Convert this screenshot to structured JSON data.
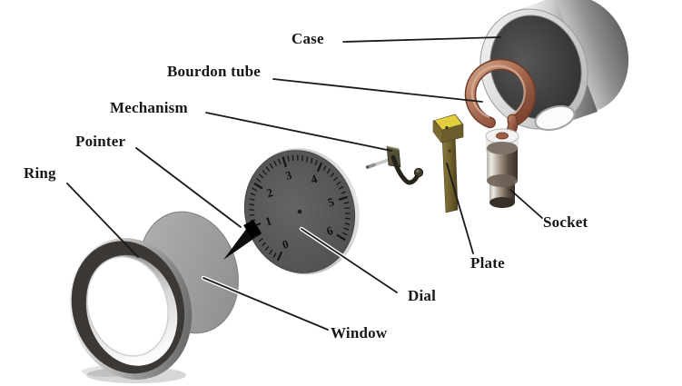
{
  "labels": {
    "case": "Case",
    "bourdon_tube": "Bourdon tube",
    "mechanism": "Mechanism",
    "pointer": "Pointer",
    "ring": "Ring",
    "dial": "Dial",
    "window": "Window",
    "plate": "Plate",
    "socket": "Socket"
  },
  "dial": {
    "numbers": [
      "0",
      "1",
      "2",
      "3",
      "4",
      "5",
      "6"
    ],
    "tick_count": 49,
    "major_every": 8,
    "start_angle_deg": 225,
    "sweep_deg": 270
  },
  "colors": {
    "label_text": "#171717",
    "leader_line": "#1a1a1a",
    "copper_tube": "#a5674e",
    "brass_plate": "#6b5d2b",
    "brass_plate_top": "#e3cf3e",
    "dial_face": "#555555",
    "window_gray": "#9b9b9b",
    "case_metal_light": "#f2f2f2",
    "case_metal_dark": "#636363",
    "ring_band_dark": "#3b3835"
  }
}
